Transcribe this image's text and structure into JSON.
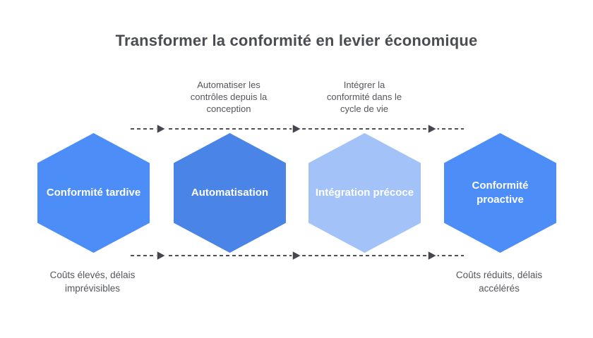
{
  "title": "Transformer la conformité en levier économique",
  "stages": [
    {
      "label": "Conformité tardive",
      "color": "#4c8df8"
    },
    {
      "label": "Automatisation",
      "color": "#4a84e6"
    },
    {
      "label": "Intégration précoce",
      "color": "#a3c2f8"
    },
    {
      "label": "Conformité proactive",
      "color": "#4c8df8"
    }
  ],
  "top_captions": [
    {
      "lines": [
        "Automatiser les",
        "contrôles depuis la",
        "conception"
      ]
    },
    {
      "lines": [
        "Intégrer la",
        "conformité dans le",
        "cycle de vie"
      ]
    }
  ],
  "bottom_captions": [
    {
      "lines": [
        "Coûts élevés, délais",
        "imprévisibles"
      ]
    },
    {
      "lines": [
        "Coûts réduits, délais",
        "accélérés"
      ]
    }
  ],
  "colors": {
    "background": "#ffffff",
    "title_text": "#4a4c51",
    "caption_text": "#54565b",
    "stage_label_text": "#ffffff",
    "dash_line": "#4f5156",
    "arrowhead": "#44464b"
  },
  "icons": {
    "flow_arrowhead": "arrow-right-icon"
  }
}
